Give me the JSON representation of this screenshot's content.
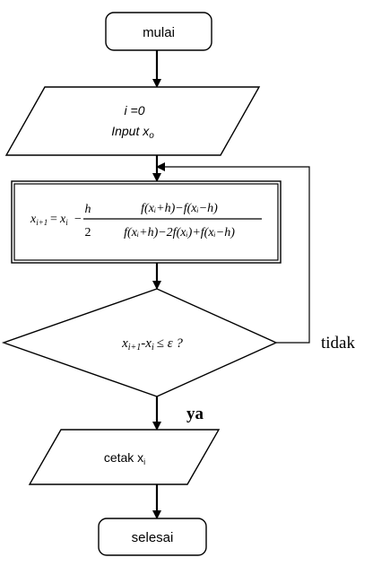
{
  "flowchart": {
    "start": "mulai",
    "init": {
      "line1": "i =0",
      "line2_prefix": "Input x",
      "line2_sub": "o"
    },
    "formula": {
      "lhs_x": "x",
      "lhs_sub": "i+1",
      "equals": "=",
      "x_i": "x",
      "i_sub": "i",
      "minus": "−",
      "h": "h",
      "two": "2",
      "numerator": "f(xᵢ+h)−f(xᵢ−h)",
      "denominator": "f(xᵢ+h)−2f(xᵢ)+f(xᵢ−h)"
    },
    "decision": {
      "x1": "x",
      "sub1": "i+1",
      "mid": "-x",
      "sub2": "i",
      "rest": "≤ ε ?"
    },
    "no_label": "tidak",
    "yes_label": "ya",
    "print": {
      "prefix": "cetak x",
      "sub": "i"
    },
    "end": "selesai"
  },
  "colors": {
    "stroke": "#000000",
    "background": "#ffffff"
  }
}
